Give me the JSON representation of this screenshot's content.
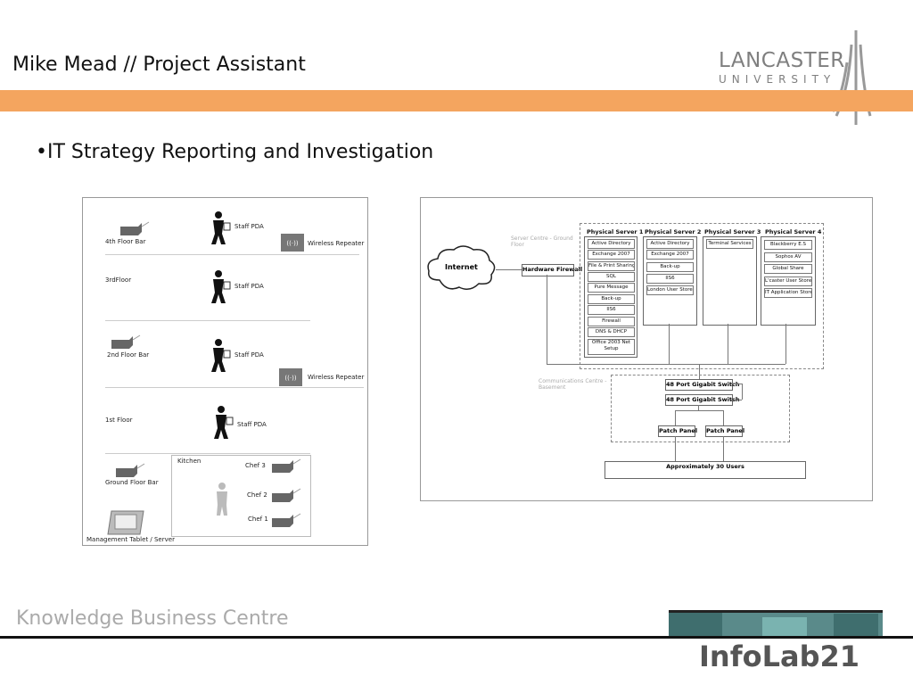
{
  "header": {
    "title": "Mike Mead // Project Assistant"
  },
  "logo": {
    "name": "LANCASTER",
    "sub": "UNIVERSITY",
    "icon": "lancaster-spire-icon"
  },
  "content": {
    "bullet": "•IT Strategy Reporting and Investigation"
  },
  "footer": {
    "left_text": "Knowledge Business Centre",
    "brand": "InfoLab21"
  },
  "left_diagram": {
    "floors": {
      "fourth": "4th Floor Bar",
      "third": "3rdFloor",
      "second": "2nd Floor Bar",
      "first": "1st Floor",
      "ground": "Ground Floor Bar"
    },
    "staff_pda": "Staff PDA",
    "wireless_repeater": "Wireless Repeater",
    "kitchen": "Kitchen",
    "chefs": [
      "Chef 3",
      "Chef 2",
      "Chef 1"
    ],
    "management": "Management Tablet / Server"
  },
  "right_diagram": {
    "internet": "Internet",
    "firewall": "Hardware Firewall",
    "server_centre": "Server Centre - Ground Floor",
    "comm_centre": "Communications Centre - Basement",
    "servers": [
      {
        "name": "Physical Server 1",
        "items": [
          "Active Directory",
          "Exchange 2007",
          "File & Print Sharing",
          "SQL",
          "Pure Message",
          "Back-up",
          "IIS6",
          "Firewall",
          "DNS & DHCP",
          "Office 2003 Net Setup"
        ]
      },
      {
        "name": "Physical Server 2",
        "items": [
          "Active Directory",
          "Exchange 2007",
          "Back-up",
          "IIS6",
          "London User Stores"
        ]
      },
      {
        "name": "Physical Server 3",
        "items": [
          "Terminal Services"
        ]
      },
      {
        "name": "Physical Server 4",
        "items": [
          "Blackberry E.S",
          "Sophos AV",
          "Global Share",
          "L'caster User Stores",
          "IT Application Stores"
        ]
      }
    ],
    "switches": [
      "48 Port Gigabit Switch",
      "48 Port Gigabit Switch"
    ],
    "patch_panels": [
      "Patch Panel",
      "Patch Panel"
    ],
    "users": "Approximately 30 Users"
  }
}
